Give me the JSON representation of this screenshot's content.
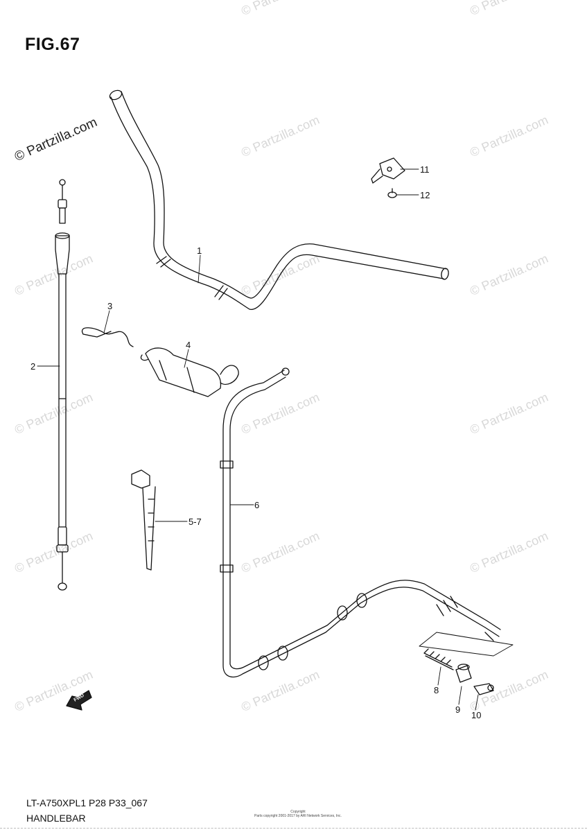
{
  "figure": {
    "title": "FIG.67",
    "model_code": "LT-A750XPL1 P28 P33_067",
    "section_name": "HANDLEBAR",
    "copyright_line1": "Copyright",
    "copyright_line2": "Parts copyright 2001-2017 by ARI Network Services, Inc."
  },
  "watermark": {
    "text": "© Partzilla.com",
    "primary_text": "© Partzilla.com"
  },
  "parts": [
    {
      "id": "handlebar",
      "label": "1"
    },
    {
      "id": "throttle-cable",
      "label": "2"
    },
    {
      "id": "wire-clip",
      "label": "3"
    },
    {
      "id": "cable-holder",
      "label": "4"
    },
    {
      "id": "cable-tie",
      "label": "5-7"
    },
    {
      "id": "brake-cable",
      "label": "6"
    },
    {
      "id": "spring",
      "label": "8"
    },
    {
      "id": "cable-end",
      "label": "9"
    },
    {
      "id": "cable-joint",
      "label": "10"
    },
    {
      "id": "lever-bracket",
      "label": "11"
    },
    {
      "id": "screw",
      "label": "12"
    }
  ],
  "fwd_label": "FWD"
}
